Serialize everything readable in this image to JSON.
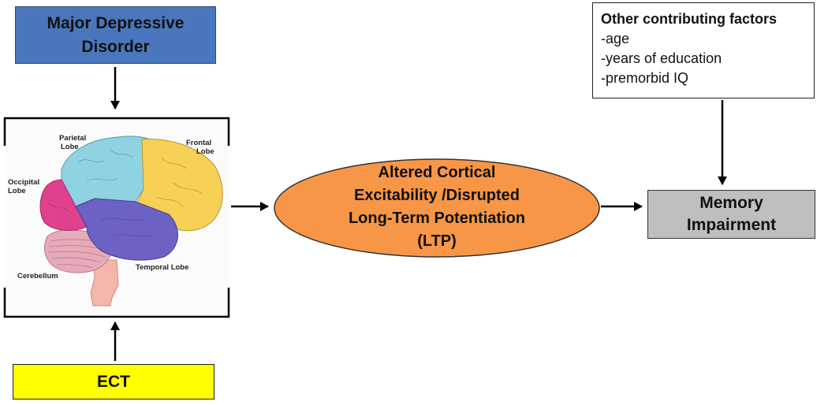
{
  "boxes": {
    "mdd": {
      "line1": "Major Depressive",
      "line2": "Disorder",
      "color": "#4a76bd"
    },
    "ect": {
      "label": "ECT",
      "color": "#ffff00"
    },
    "memory": {
      "line1": "Memory",
      "line2": "Impairment",
      "color": "#bfbfbf"
    },
    "mechanism": {
      "line1": "Altered Cortical",
      "line2": "Excitability /Disrupted",
      "line3": "Long-Term Potentiation",
      "line4": "(LTP)",
      "color": "#f79646"
    }
  },
  "factors": {
    "title": "Other contributing factors",
    "items": [
      "-age",
      "-years of education",
      "-premorbid IQ"
    ]
  },
  "brain": {
    "labels": {
      "parietal_1": "Parietal",
      "parietal_2": "Lobe",
      "frontal_1": "Frontal",
      "frontal_2": "Lobe",
      "occipital_1": "Occipital",
      "occipital_2": "Lobe",
      "temporal": "Temporal Lobe",
      "cerebellum": "Cerebellum"
    },
    "colors": {
      "parietal": "#8fd3e3",
      "frontal": "#f7d155",
      "occipital": "#e0418f",
      "temporal": "#6b62c4",
      "cerebellum": "#e6aab8",
      "stem": "#f4b6a6"
    }
  }
}
